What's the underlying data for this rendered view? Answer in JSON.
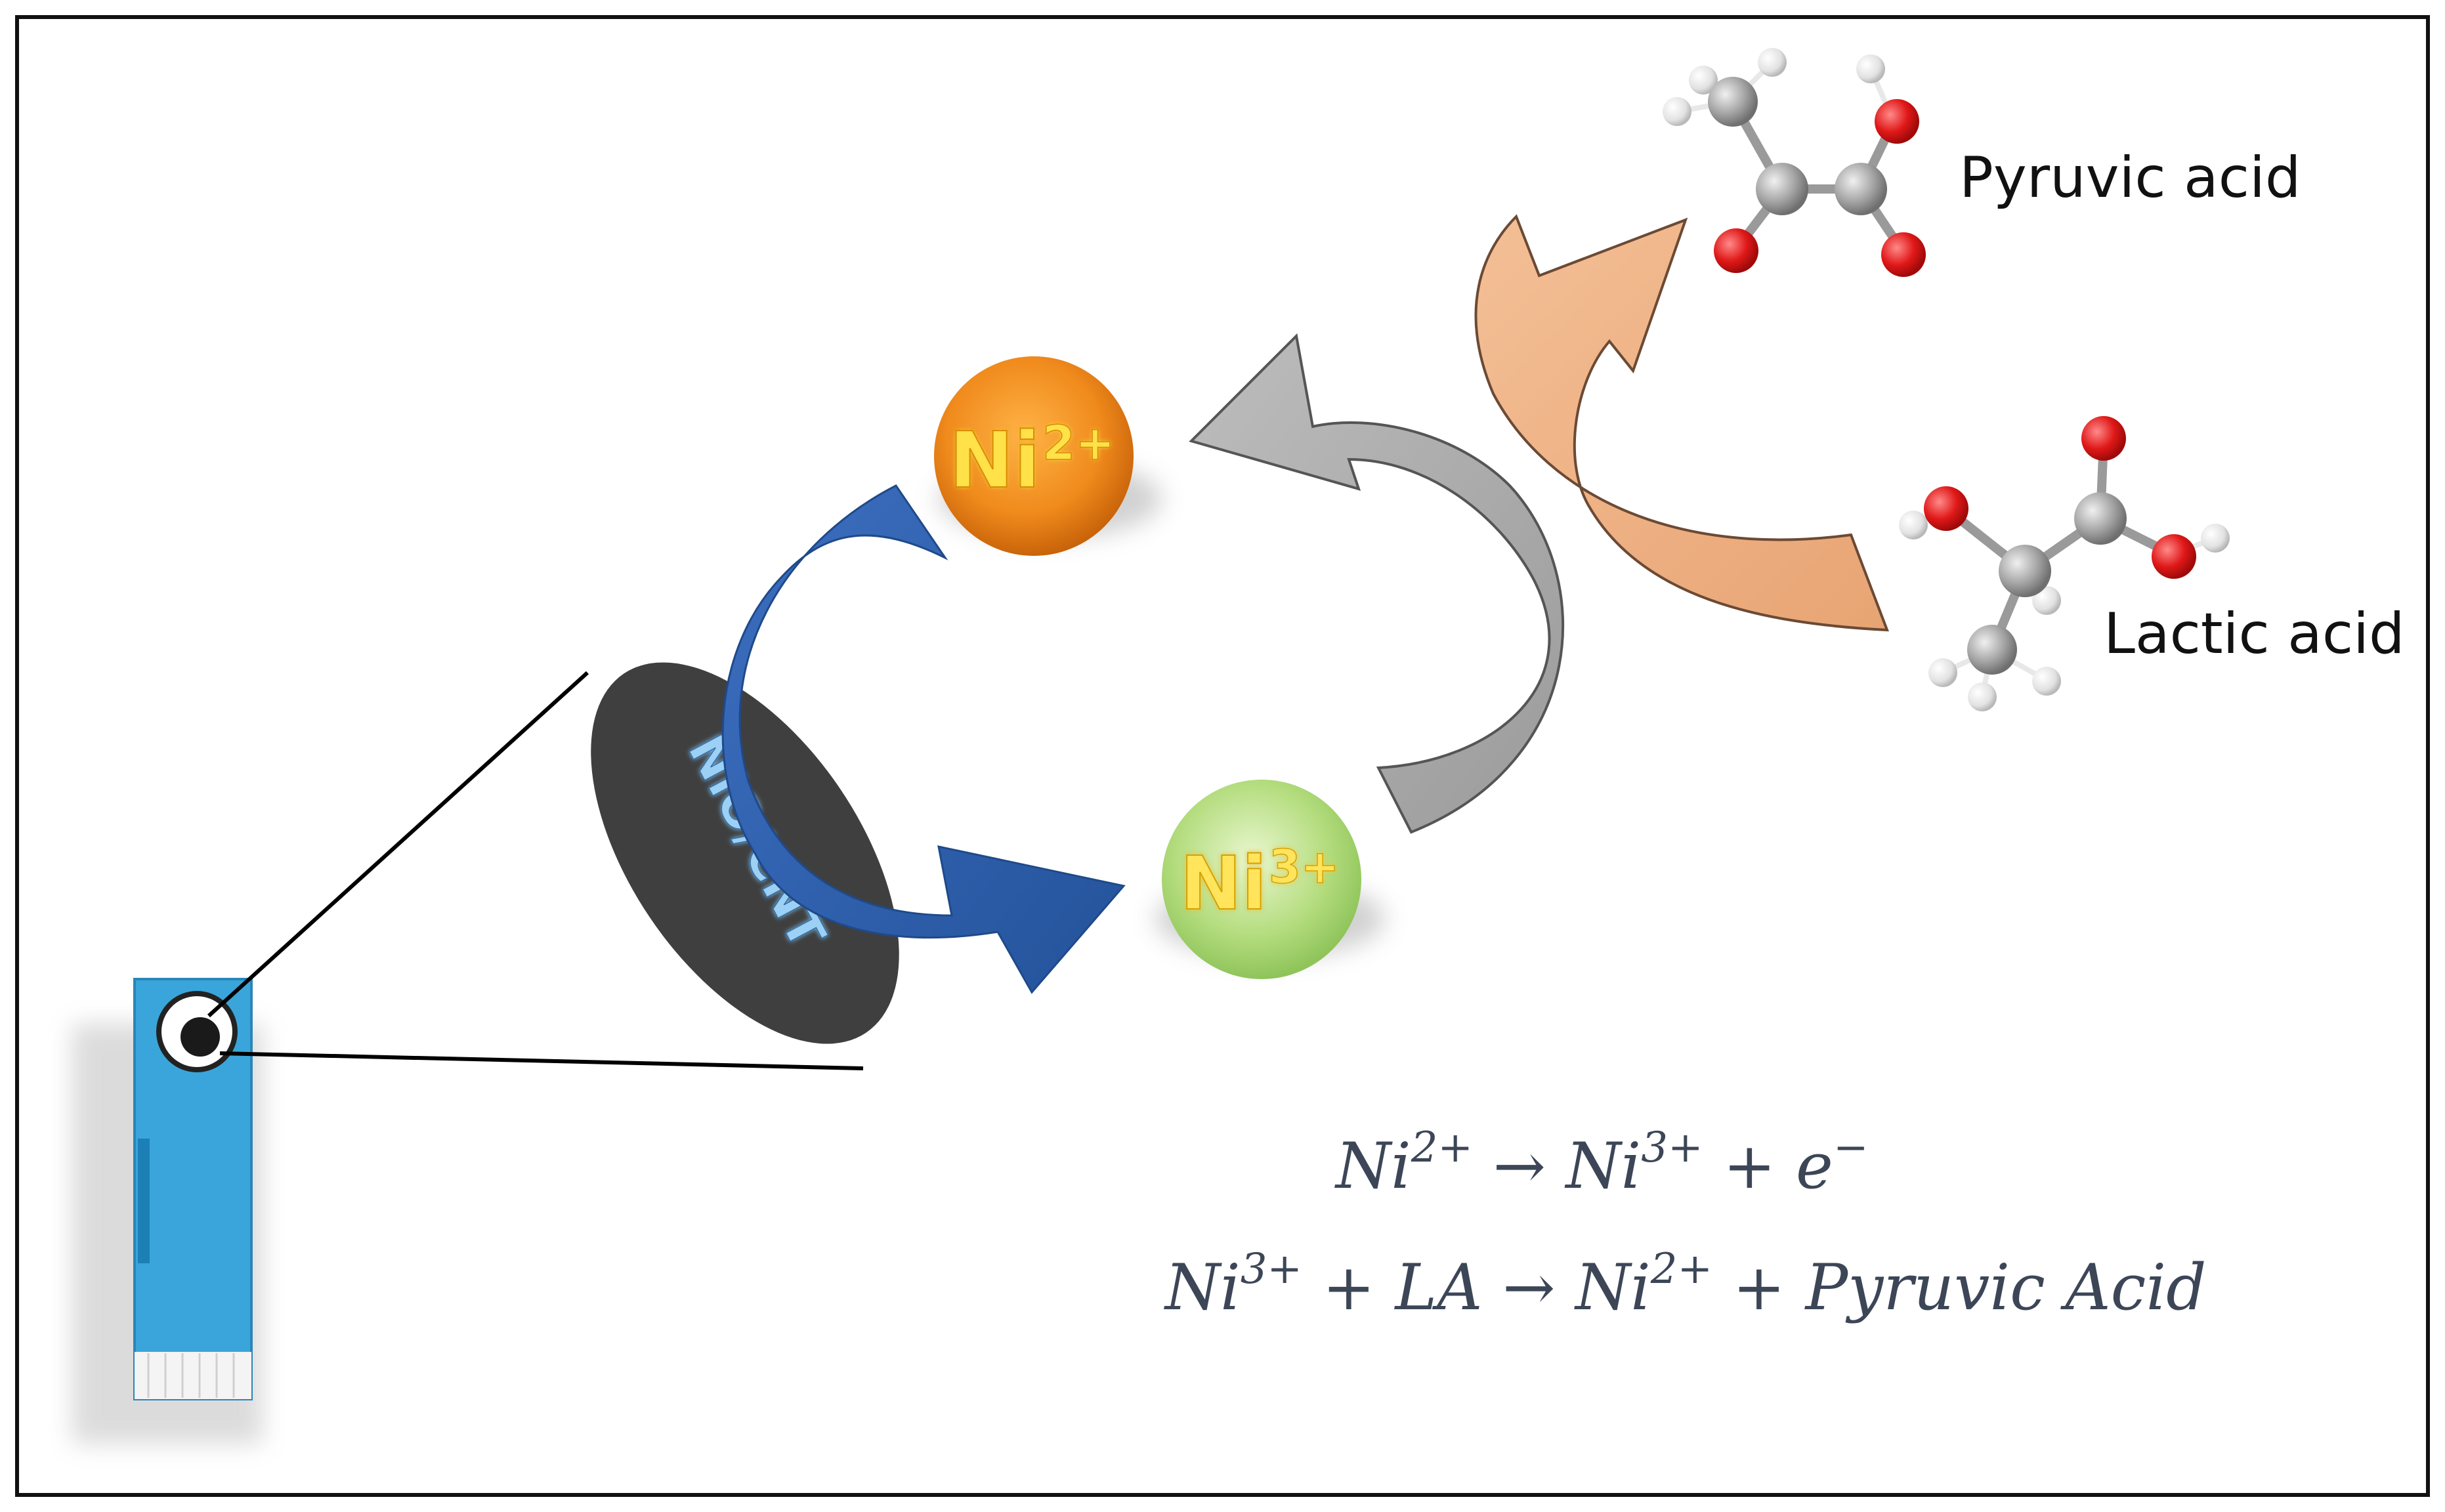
{
  "labels": {
    "product": "Pyruvic acid",
    "reactant": "Lactic acid",
    "electrode": "NiO/CNT",
    "ni2_base": "Ni",
    "ni2_sup": "2+",
    "ni3_base": "Ni",
    "ni3_sup": "3+"
  },
  "equations": {
    "eq1": {
      "ni_a": "Ni",
      "sup_a": "2+",
      "arrow": " → ",
      "ni_b": "Ni",
      "sup_b": "3+",
      "plus": " + ",
      "e": "e",
      "e_sup": "−"
    },
    "eq2": {
      "ni_a": "Ni",
      "sup_a": "3+",
      "plus_la": " + LA → ",
      "ni_b": "Ni",
      "sup_b": "2+",
      "rest": " + Pyruvic Acid"
    }
  },
  "colors": {
    "ni2": "#f08a1c",
    "ni3": "#b3dc7d",
    "blue_arrow": "#2f5ea8",
    "gray_arrow": "#a9a9a9",
    "orange_arrow": "#f0b183",
    "ellipse": "#3f3f3f",
    "strip": "#3aa5db",
    "oxygen": "#e01818",
    "carbon": "#8a8a8a",
    "hydrogen": "#e8e8e8"
  },
  "icons": {
    "sensor": "electrode-strip-icon",
    "pyruvic": "pyruvic-acid-molecule-icon",
    "lactic": "lactic-acid-molecule-icon"
  }
}
